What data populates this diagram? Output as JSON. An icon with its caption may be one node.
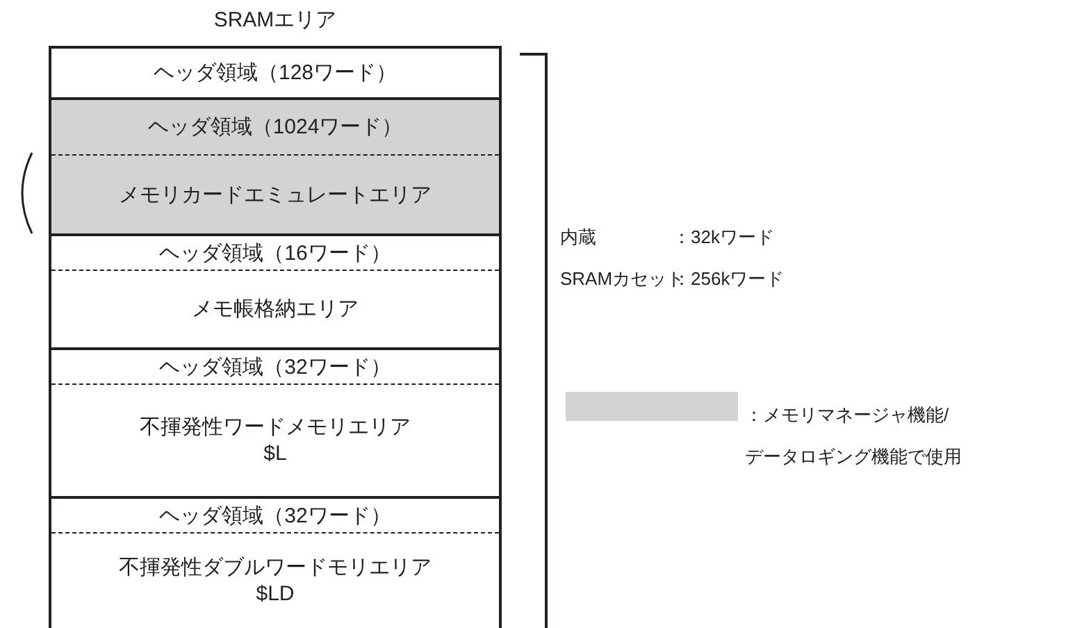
{
  "diagram": {
    "nodes": [
      {
        "text": [
          "SRAMエリア"
        ]
      },
      {
        "text": [
          "ヘッダ領域（128ワード）"
        ],
        "in": 0
      },
      {
        "text": [
          "ヘッダ領域（1024ワード）"
        ],
        "in": 0
      },
      {
        "text": [
          "メモリカードエミュレートエリア"
        ],
        "in": 0
      },
      {
        "text": [
          "ヘッダ領域（16ワード）"
        ],
        "in": 0
      },
      {
        "text": [
          "メモ帳格納エリア"
        ],
        "in": 0
      },
      {
        "text": [
          "ヘッダ領域（32ワード）"
        ],
        "in": 0
      },
      {
        "text": [
          "不揮発性ワードメモリエリア",
          "$L"
        ],
        "in": 0
      },
      {
        "text": [
          "ヘッダ領域（32ワード）"
        ],
        "in": 0
      },
      {
        "text": [
          "不揮発性ダブルワードモリエリア",
          "$LD"
        ],
        "in": 0
      }
    ],
    "labels": [
      "内蔵",
      "：32kワード",
      "SRAMカセット",
      "：256kワード"
    ],
    "legend": [
      {
        "text": "：メモリマネージャ機能/データロギング機能で使用",
        "color": "#d1d3d4"
      }
    ]
  }
}
